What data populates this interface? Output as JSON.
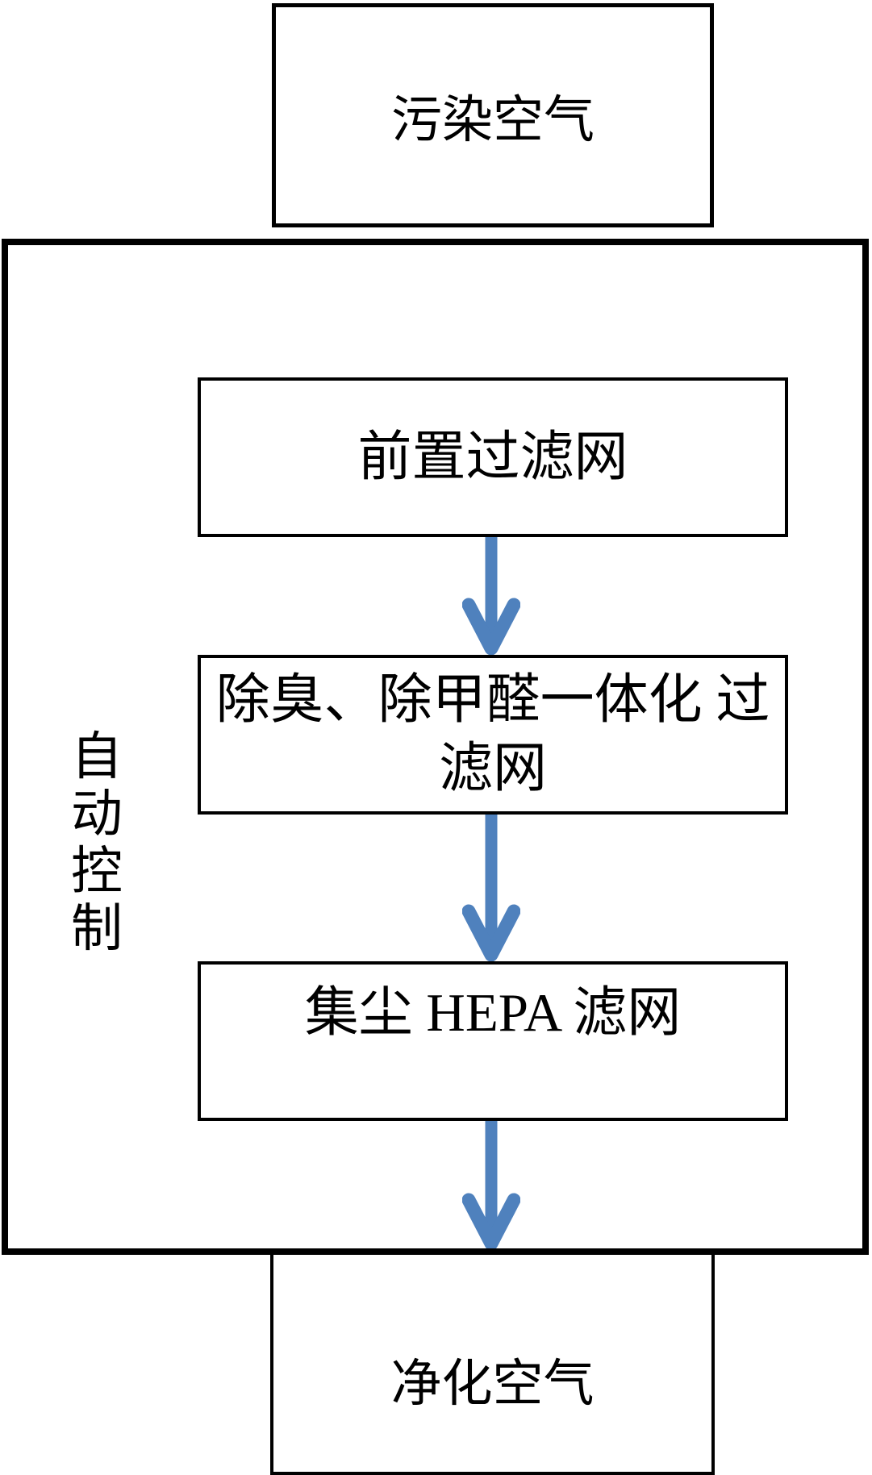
{
  "flow": {
    "input_box": {
      "label": "污染空气"
    },
    "control_unit": {
      "vertical_label": "自动控制"
    },
    "stages": [
      {
        "lines": [
          "前置过滤网"
        ]
      },
      {
        "lines": [
          "除臭、除甲醛一体化 过",
          "滤网"
        ]
      },
      {
        "lines": [
          "集尘 HEPA 滤网"
        ]
      }
    ],
    "output_box": {
      "label": "净化空气"
    }
  },
  "colors": {
    "arrow": "#4f81bd",
    "border": "#000000",
    "background": "#ffffff"
  }
}
